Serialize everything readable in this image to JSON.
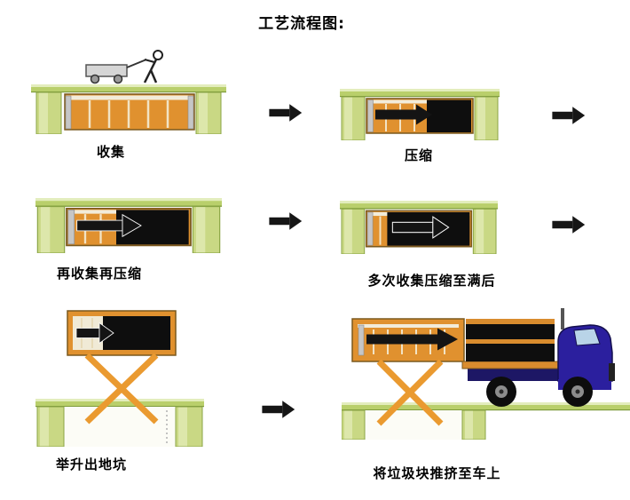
{
  "title": "工艺流程图:",
  "stages": [
    {
      "id": 1,
      "label": "收集"
    },
    {
      "id": 2,
      "label": "压缩"
    },
    {
      "id": 3,
      "label": "再收集再压缩"
    },
    {
      "id": 4,
      "label": "多次收集压缩至满后"
    },
    {
      "id": 5,
      "label": "举升出地坑"
    },
    {
      "id": 6,
      "label": "将垃圾块推挤至车上"
    }
  ],
  "flow": {
    "arrow_count": 5,
    "direction": "right"
  },
  "colors": {
    "ground_green": "#b9cf6b",
    "ground_highlight": "#e3edbd",
    "ground_edge": "#7e9c3c",
    "pit_wall_green": "#c9d884",
    "container_orange": "#e0912f",
    "container_stroke": "#7a591f",
    "waste_black": "#0e0e0e",
    "scissor_orange": "#ea9a30",
    "truck_blue": "#2b1f9e",
    "truck_window": "#b9d4e8",
    "flow_arrow": "#161616"
  }
}
